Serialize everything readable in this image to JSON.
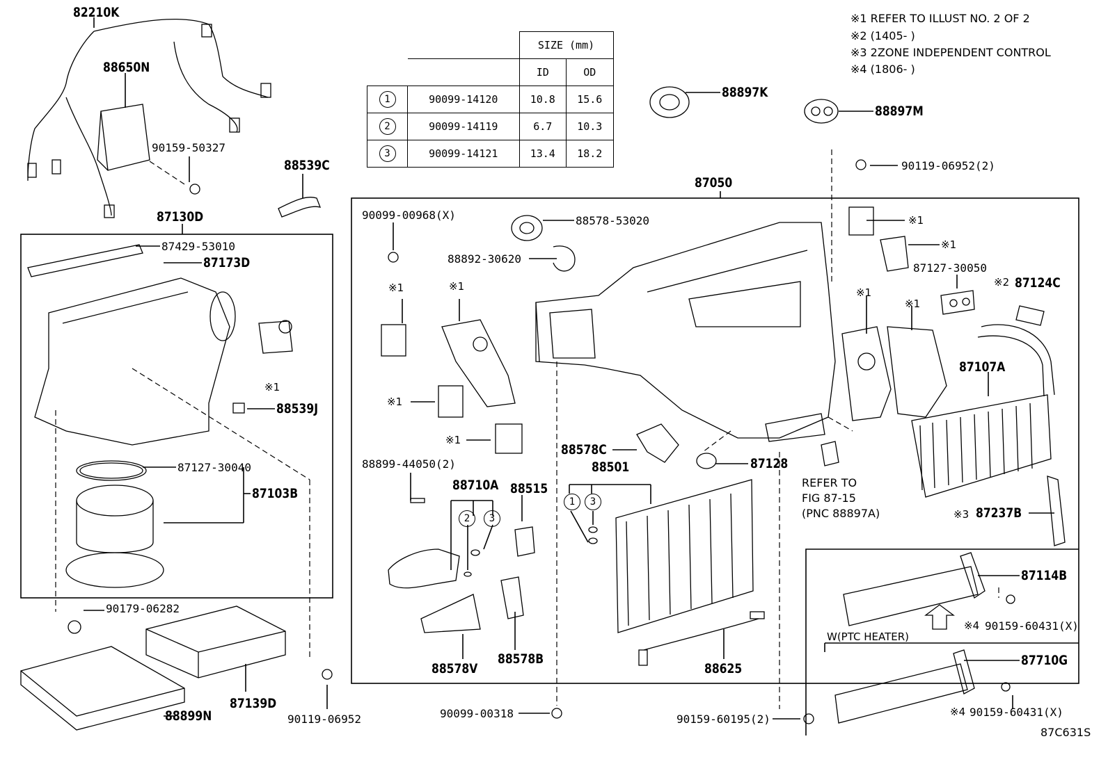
{
  "notes": {
    "n1": "※1 REFER TO ILLUST NO. 2 OF 2",
    "n2": "※2 (1405-      )",
    "n3": "※3 2ZONE INDEPENDENT CONTROL",
    "n4": "※4 (1806-      )"
  },
  "size_table": {
    "header_size": "SIZE (mm)",
    "header_id": "ID",
    "header_od": "OD",
    "rows": [
      {
        "num": "1",
        "part": "90099-14120",
        "id": "10.8",
        "od": "15.6"
      },
      {
        "num": "2",
        "part": "90099-14119",
        "id": "6.7",
        "od": "10.3"
      },
      {
        "num": "3",
        "part": "90099-14121",
        "id": "13.4",
        "od": "18.2"
      }
    ]
  },
  "labels": {
    "p82210K": "82210K",
    "p88650N": "88650N",
    "p90159_50327": "90159-50327",
    "p88539C": "88539C",
    "p87130D": "87130D",
    "p87429_53010": "87429-53010",
    "p87173D": "87173D",
    "p88539J": "88539J",
    "p87127_30040": "87127-30040",
    "p87103B": "87103B",
    "p90179_06282": "90179-06282",
    "p87139D": "87139D",
    "p88899N": "88899N",
    "p90119_06952": "90119-06952",
    "p88897K": "88897K",
    "p88897M": "88897M",
    "p90119_06952_2": "90119-06952(2)",
    "p87050": "87050",
    "p90099_00968X": "90099-00968(X)",
    "p88578_53020": "88578-53020",
    "p88892_30620": "88892-30620",
    "p88899_44050_2": "88899-44050(2)",
    "p88710A": "88710A",
    "p88515": "88515",
    "p88578C": "88578C",
    "p88501": "88501",
    "p87128": "87128",
    "p88578V": "88578V",
    "p88578B": "88578B",
    "p88625": "88625",
    "p90099_00318": "90099-00318",
    "p90159_60195_2": "90159-60195(2)",
    "p87127_30050": "87127-30050",
    "p87124C": "87124C",
    "p87107A": "87107A",
    "p87237B": "87237B",
    "p87114B": "87114B",
    "p90159_60431X_a": "90159-60431(X)",
    "p87710G": "87710G",
    "p90159_60431X_b": "90159-60431(X)",
    "ptc_heater": "W(PTC HEATER)",
    "refer1": "REFER TO",
    "refer2": "FIG 87-15",
    "refer3": "(PNC 88897A)",
    "illus_code": "87C631S"
  },
  "marks": {
    "m1": "※1",
    "m2": "※2",
    "m3": "※3",
    "m4": "※4"
  },
  "circle_nums": {
    "c1": "1",
    "c2": "2",
    "c3": "3"
  }
}
